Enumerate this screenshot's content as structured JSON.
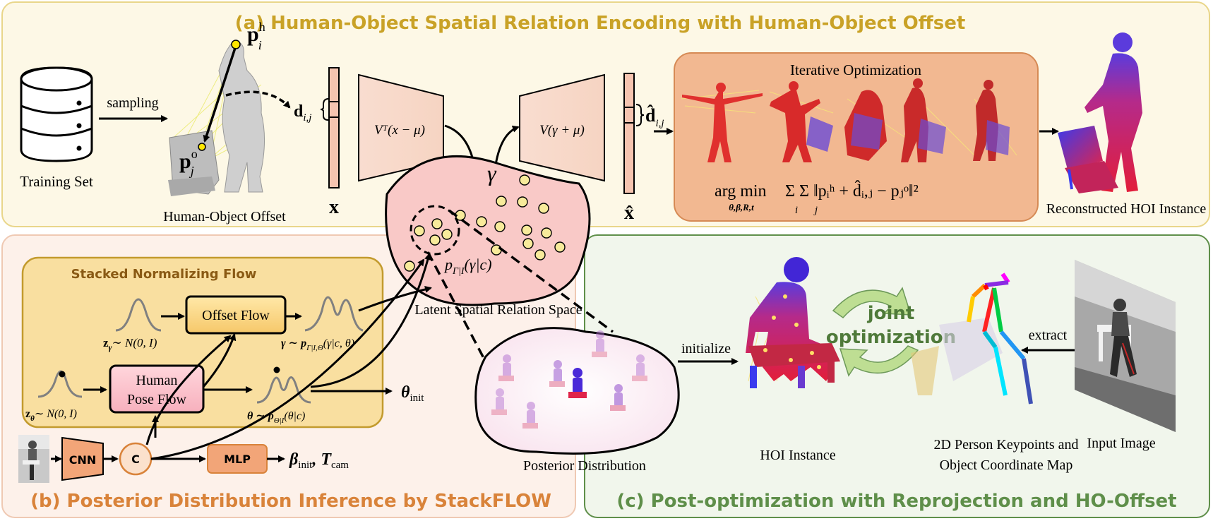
{
  "panels": {
    "a_title": "(a) Human-Object Spatial Relation Encoding with Human-Object Offset",
    "b_title": "(b) Posterior Distribution Inference by StackFLOW",
    "c_title": "(c) Post-optimization with Reprojection and HO-Offset"
  },
  "panel_a": {
    "sampling": "sampling",
    "training_set": "Training Set",
    "ho_offset": "Human-Object Offset",
    "p_h": "p",
    "p_h_sup": "h",
    "p_h_sub": "i",
    "p_o": "p",
    "p_o_sup": "o",
    "p_o_sub": "j",
    "d_ij": "d",
    "d_ij_sub": "i,j",
    "x": "x",
    "x_hat": "x̂",
    "encoder": "Vᵀ(x − μ)",
    "decoder": "V(γ + μ)",
    "d_hat": "d̂",
    "d_hat_sub": "i,j",
    "iter_opt": "Iterative Optimization",
    "argmin": "arg min",
    "argmin_sub": "θ,β,R,t",
    "objective": "Σ Σ ‖pᵢʰ + d̂ᵢ,ⱼ − pⱼᵒ‖²",
    "sum_i": "i",
    "sum_j": "j",
    "reconstructed": "Reconstructed HOI Instance"
  },
  "latent": {
    "gamma": "γ",
    "prior": "p",
    "prior_sub": "Γ|I",
    "prior_arg": "(γ|c)",
    "label": "Latent Spatial Relation Space"
  },
  "panel_b": {
    "snf_title": "Stacked Normalizing Flow",
    "offset_flow": "Offset Flow",
    "human_pose_flow_1": "Human",
    "human_pose_flow_2": "Pose Flow",
    "z_gamma": "z",
    "z_gamma_sub": "γ",
    "z_gamma_dist": "∼ N(0, I)",
    "gamma_dist": "γ ∼ p",
    "gamma_dist_sub": "Γ|I,Θ",
    "gamma_dist_arg": "(γ|c, θ)",
    "z_theta": "z",
    "z_theta_sub": "θ",
    "z_theta_dist": "∼ N(0, I)",
    "theta_dist": "θ ∼ p",
    "theta_dist_sub": "Θ|I",
    "theta_dist_arg": "(θ|c)",
    "theta_init": "θ",
    "theta_init_sub": "init",
    "cnn": "CNN",
    "concat": "C",
    "mlp": "MLP",
    "beta_init": "β",
    "beta_init_sub": "init",
    "t_cam": ", T",
    "t_cam_sub": "cam"
  },
  "posterior": {
    "label": "Posterior Distribution",
    "initialize": "initialize"
  },
  "panel_c": {
    "joint_1": "joint",
    "joint_2": "optimization",
    "hoi_instance": "HOI Instance",
    "keypoints_1": "2D Person Keypoints and",
    "keypoints_2": "Object Coordinate Map",
    "extract": "extract",
    "input_image": "Input Image"
  },
  "colors": {
    "a_bg": "#fdf8e6",
    "a_border": "#e9d68a",
    "a_title": "#c9a227",
    "b_bg": "#fdf1ea",
    "b_border": "#efc9b3",
    "b_title": "#d9833a",
    "c_bg": "#f1f6ec",
    "c_border": "#5f8f4a",
    "c_title": "#5f8f4a",
    "latent_fill": "#f9c9c7",
    "iter_fill": "#f2b891",
    "dot": "#f8eb9b"
  }
}
